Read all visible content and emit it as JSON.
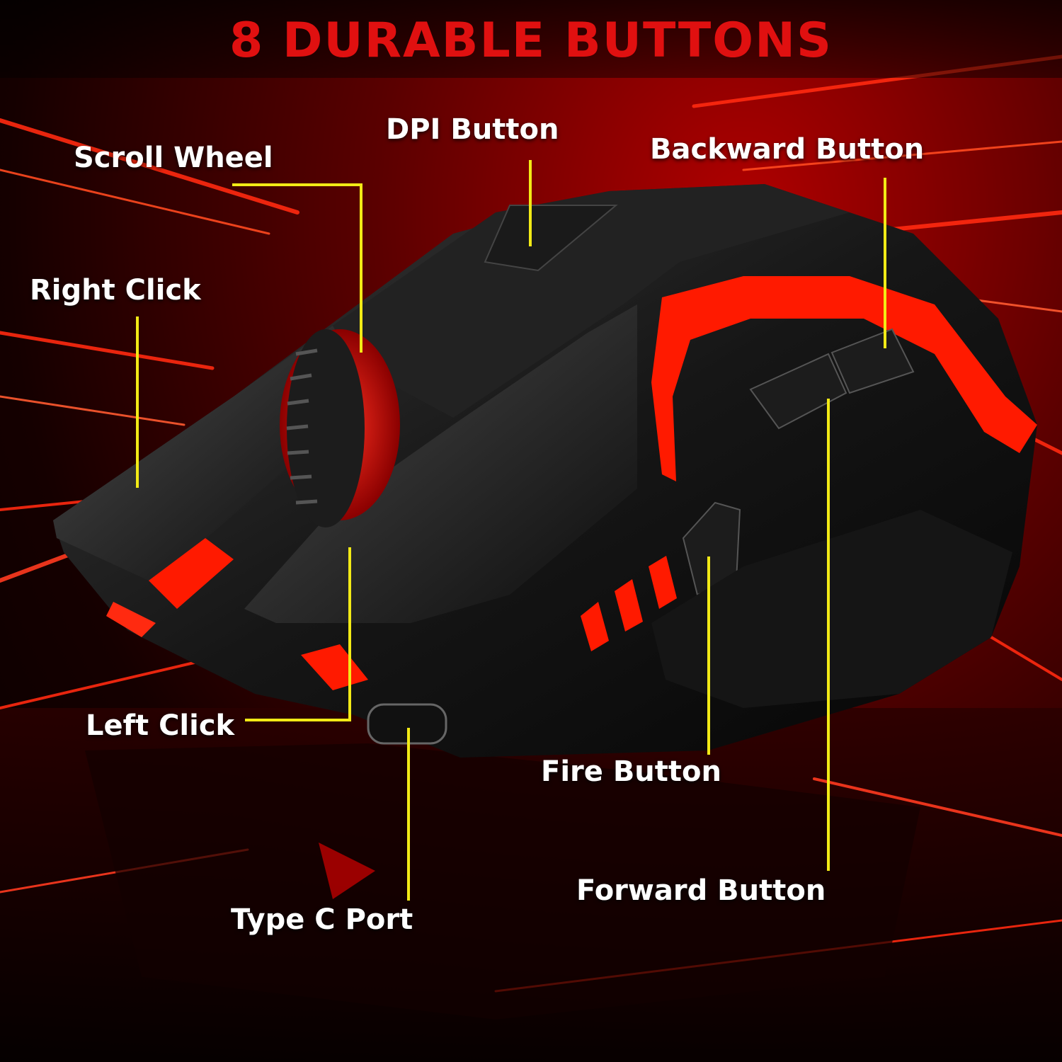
{
  "title": "8 DURABLE BUTTONS",
  "colors": {
    "accent": "#e01010",
    "leader_line": "#f2ea16",
    "label": "#ffffff"
  },
  "labels": {
    "scroll_wheel": "Scroll Wheel",
    "dpi_button": "DPI Button",
    "backward_button": "Backward Button",
    "right_click": "Right Click",
    "left_click": "Left Click",
    "fire_button": "Fire Button",
    "forward_button": "Forward Button",
    "type_c_port": "Type C Port"
  }
}
